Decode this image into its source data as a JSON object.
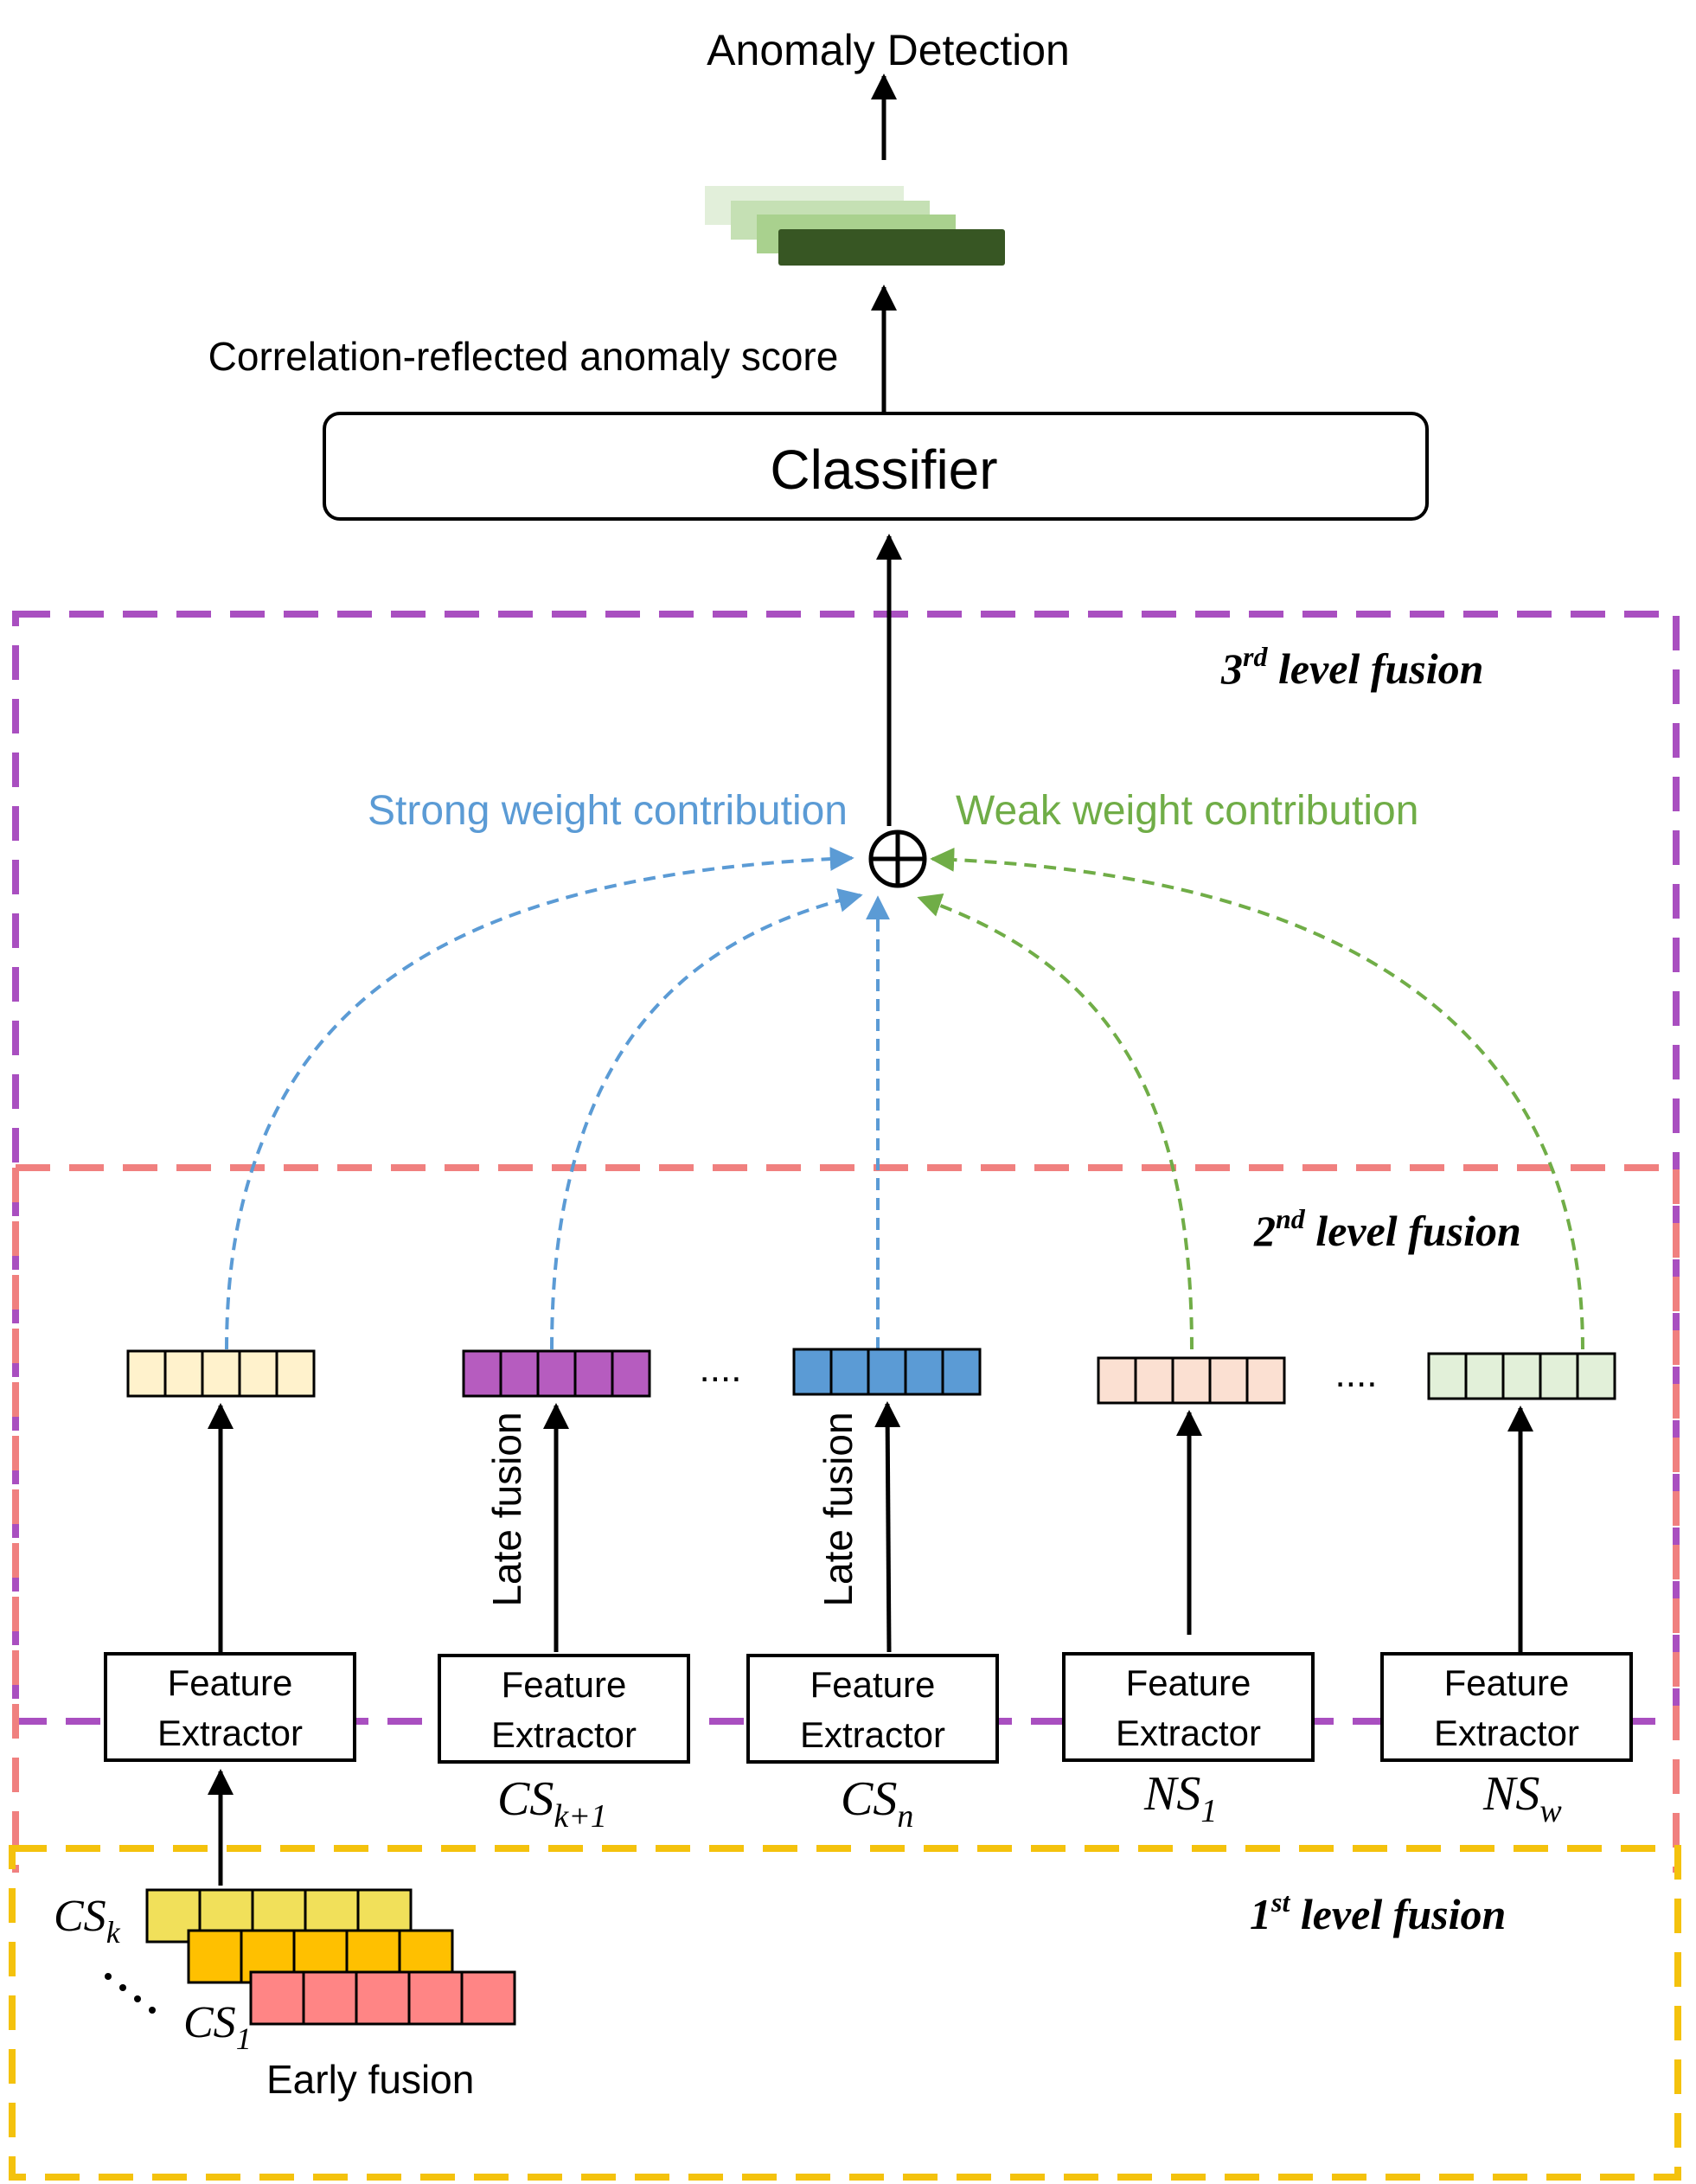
{
  "output": {
    "title": "Anomaly Detection"
  },
  "score_label": "Correlation-reflected anomaly score",
  "classifier": {
    "label": "Classifier"
  },
  "fusion": {
    "level3": {
      "num": "3",
      "sup": "rd",
      "text": " level fusion",
      "color": "#a94fc0"
    },
    "level2": {
      "num": "2",
      "sup": "nd",
      "text": " level fusion",
      "color": "#f0807f"
    },
    "level1": {
      "num": "1",
      "sup": "st",
      "text": " level fusion",
      "color": "#f4c20d"
    }
  },
  "contributions": {
    "strong": {
      "label": "Strong weight contribution",
      "color": "#5b9bd5"
    },
    "weak": {
      "label": "Weak weight contribution",
      "color": "#70ad47"
    }
  },
  "extractor": {
    "line1": "Feature",
    "line2": "Extractor"
  },
  "late_fusion_label": "Late fusion",
  "early_fusion_label": "Early fusion",
  "ellipsis": "....",
  "sensors": {
    "cs_k": {
      "base": "CS",
      "sub": "k"
    },
    "cs_1": {
      "base": "CS",
      "sub": "1"
    },
    "cs_k1": {
      "base": "CS",
      "sub": "k+1"
    },
    "cs_n": {
      "base": "CS",
      "sub": "n"
    },
    "ns_1": {
      "base": "NS",
      "sub": "1"
    },
    "ns_w": {
      "base": "NS",
      "sub": "w"
    }
  },
  "feature_vector_colors": [
    "#fff2cc",
    "#b65cbf",
    "#5b9bd5",
    "#fbe0d2",
    "#e2f0d9"
  ],
  "score_bar_colors": [
    "#e2efda",
    "#c5e0b4",
    "#a9d18e",
    "#375623"
  ],
  "early_stack_colors": [
    "#f1e05a",
    "#ffc000",
    "#ff8585"
  ]
}
